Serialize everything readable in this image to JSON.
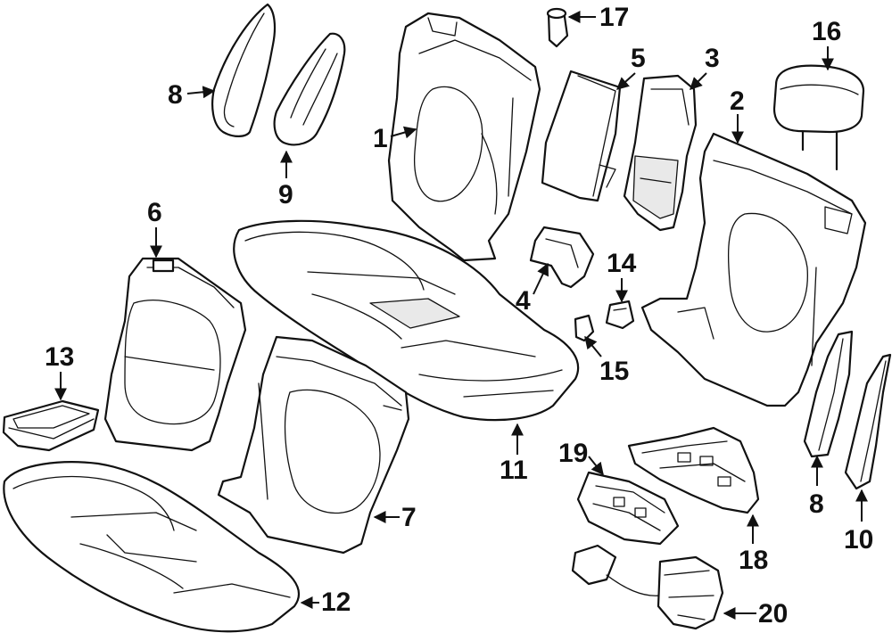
{
  "callouts": {
    "c1": "1",
    "c2": "2",
    "c3": "3",
    "c4": "4",
    "c5": "5",
    "c6": "6",
    "c7": "7",
    "c8a": "8",
    "c8b": "8",
    "c9": "9",
    "c10": "10",
    "c11": "11",
    "c12": "12",
    "c13": "13",
    "c14": "14",
    "c15": "15",
    "c16": "16",
    "c17": "17",
    "c18": "18",
    "c19": "19",
    "c20": "20"
  },
  "colors": {
    "line": "#111111",
    "background": "#ffffff",
    "shade": "#e9e9e9"
  },
  "icons": {
    "arrow": "arrowhead-icon"
  }
}
